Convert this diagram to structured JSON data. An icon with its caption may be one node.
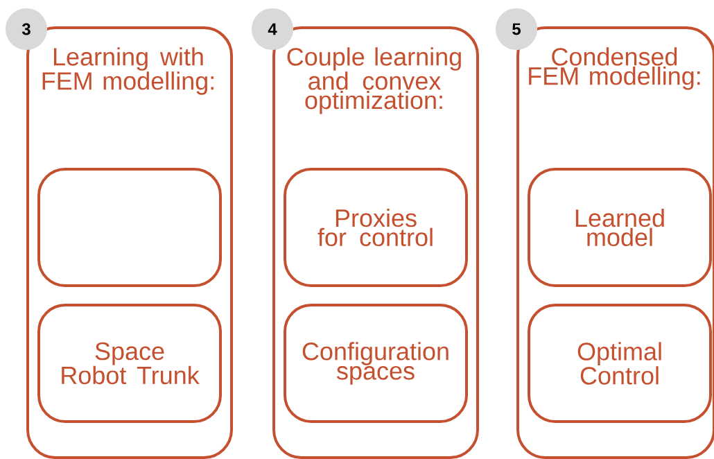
{
  "diagram": {
    "nodes": [
      {
        "text": [
          "3"
        ]
      },
      {
        "text": [
          "Learning with FEM modelling:"
        ]
      },
      {
        "text": [],
        "shape": "box",
        "in": 1
      },
      {
        "text": [
          "Space Robot Trunk"
        ],
        "in": 1
      },
      {
        "text": [
          "4"
        ]
      },
      {
        "text": [
          "Couple learning and convex optimization:"
        ]
      },
      {
        "text": [
          "Proxies for control"
        ],
        "in": 5
      },
      {
        "text": [
          "Configuration spaces"
        ],
        "in": 5
      },
      {
        "text": [
          "5"
        ]
      },
      {
        "text": [
          "Condensed FEM modelling:"
        ]
      },
      {
        "text": [
          "Learned model"
        ],
        "in": 9
      },
      {
        "text": [
          "Optimal Control"
        ],
        "in": 9
      }
    ]
  }
}
